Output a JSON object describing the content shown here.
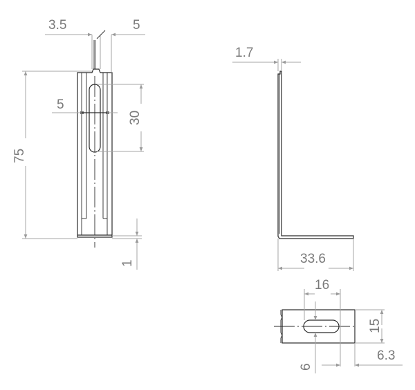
{
  "drawing": {
    "units": "mm",
    "line_color": "#2a2a2a",
    "dimension_color": "#a6a6a6",
    "text_color": "#7a7a7a",
    "views": {
      "front": {
        "dimensions": {
          "slot_offset": "3.5",
          "width": "5",
          "slot_width": "5",
          "slot_length": "30",
          "height": "75",
          "bottom_lip": "1"
        }
      },
      "side": {
        "dimensions": {
          "thickness": "1.7",
          "base_length": "33.6"
        }
      },
      "bottom": {
        "dimensions": {
          "slot_length": "16",
          "width": "15",
          "slot_width": "6",
          "edge_offset": "6.3"
        }
      }
    }
  }
}
